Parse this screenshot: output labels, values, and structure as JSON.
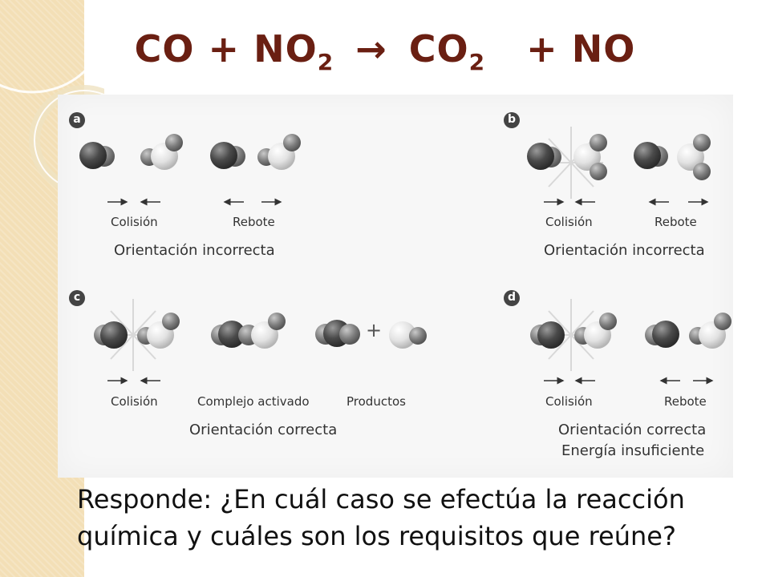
{
  "title": {
    "reactant1": "CO",
    "plus1": "+",
    "reactant2": "NO",
    "reactant2_sub": "2",
    "arrow": "→",
    "product1": "CO",
    "product1_sub": "2",
    "plus2": "+",
    "product2": "NO"
  },
  "colors": {
    "title": "#6a1f12",
    "side_band": "#f3dfb6",
    "dark_atom": "#4a4a4a",
    "light_atom": "#dcdcdc"
  },
  "panels": [
    {
      "letter": "a",
      "labels": [
        "Colisión",
        "Rebote"
      ],
      "caption": "Orientación incorrecta",
      "caption2": ""
    },
    {
      "letter": "b",
      "labels": [
        "Colisión",
        "Rebote"
      ],
      "caption": "Orientación incorrecta",
      "caption2": ""
    },
    {
      "letter": "c",
      "labels": [
        "Colisión",
        "Complejo activado",
        "Productos"
      ],
      "plus": "+",
      "caption": "Orientación correcta",
      "caption2": ""
    },
    {
      "letter": "d",
      "labels": [
        "Colisión",
        "Rebote"
      ],
      "caption": "Orientación correcta",
      "caption2": "Energía insuficiente"
    }
  ],
  "question": {
    "line1": "Responde: ¿En cuál caso se efectúa la reacción",
    "line2": "química y cuáles son los requisitos que reúne?"
  }
}
